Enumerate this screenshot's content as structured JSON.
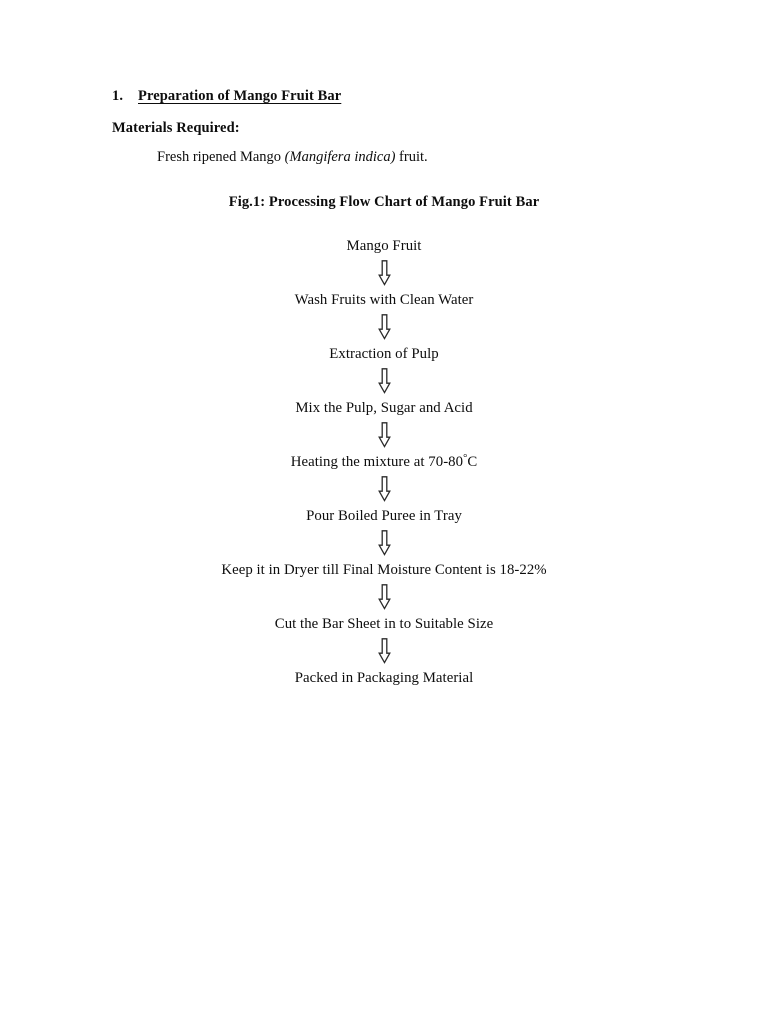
{
  "document": {
    "heading": {
      "number": "1.",
      "title": "Preparation of Mango Fruit Bar"
    },
    "materials": {
      "label": "Materials Required:",
      "text_before": "Fresh ripened Mango ",
      "scientific_name": "(Mangifera indica)",
      "text_after": " fruit."
    },
    "figure": {
      "caption": "Fig.1: Processing Flow Chart of Mango Fruit Bar",
      "arrow_icon": "double-down-arrow"
    }
  },
  "chart_data": {
    "type": "diagram",
    "title": "Fig.1: Processing Flow Chart of Mango Fruit Bar",
    "orientation": "vertical",
    "connector": "⇩",
    "steps": [
      "Mango Fruit",
      "Wash Fruits with Clean Water",
      "Extraction of Pulp",
      "Mix the Pulp, Sugar and Acid",
      "Heating the mixture at 70-80°C",
      "Pour Boiled Puree in Tray",
      "Keep it in Dryer till Final Moisture Content is 18-22%",
      "Cut the Bar Sheet in to Suitable Size",
      "Packed in Packaging Material"
    ],
    "step_parts": [
      {
        "text": "Mango Fruit"
      },
      {
        "text": "Wash Fruits with Clean Water"
      },
      {
        "text": "Extraction of Pulp"
      },
      {
        "text": "Mix the Pulp, Sugar and Acid"
      },
      {
        "pre": "Heating the mixture at 70-80",
        "deg": "°",
        "post": "C"
      },
      {
        "text": "Pour Boiled Puree in Tray"
      },
      {
        "text": "Keep it in Dryer till Final Moisture Content is 18-22%"
      },
      {
        "text": "Cut the Bar Sheet in to Suitable Size"
      },
      {
        "text": "Packed in Packaging Material"
      }
    ]
  },
  "colors": {
    "background": "#ffffff",
    "text": "#0d0d0d",
    "arrow_stroke": "#2b2b2b"
  }
}
